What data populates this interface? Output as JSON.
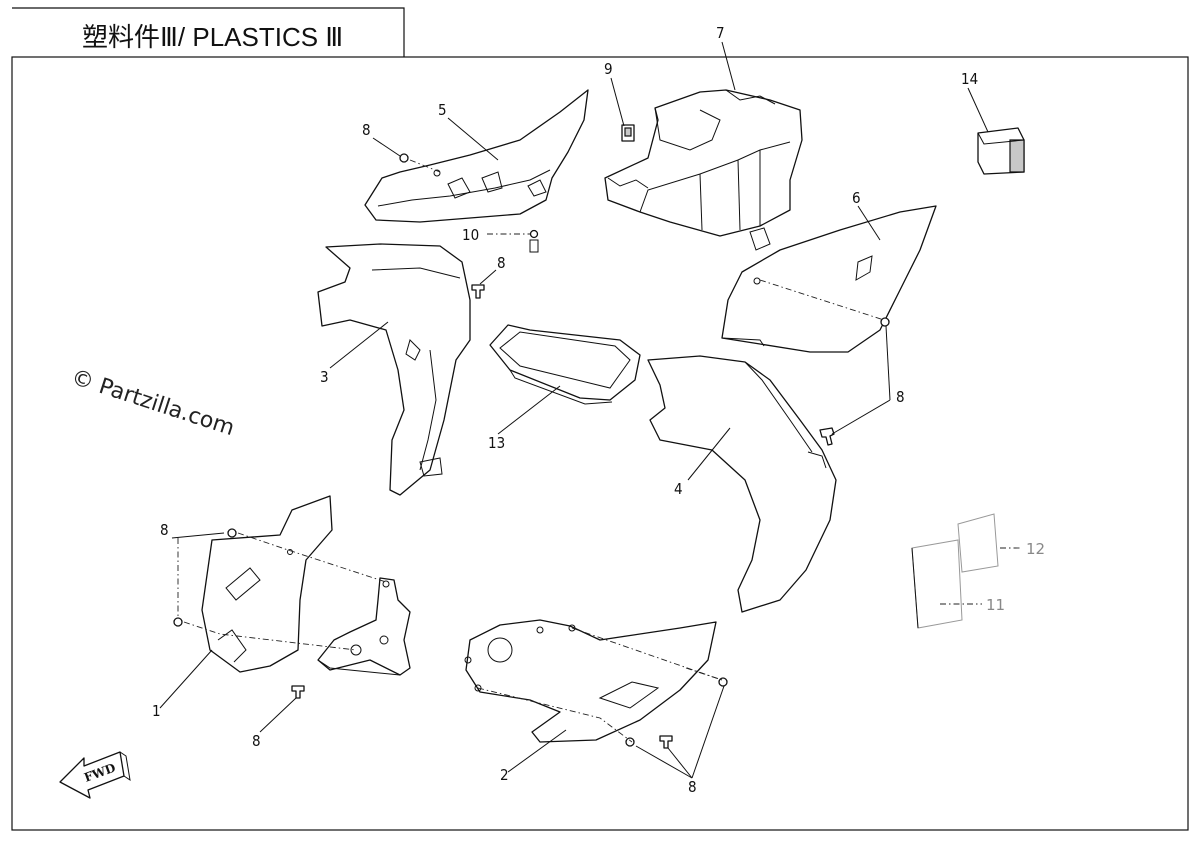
{
  "title": "塑料件Ⅲ/ PLASTICS Ⅲ",
  "watermark": "© Partzilla.com",
  "fwd_label": "FWD",
  "callouts": [
    "1",
    "2",
    "3",
    "4",
    "5",
    "6",
    "7",
    "8",
    "9",
    "10",
    "11",
    "12",
    "13",
    "14"
  ],
  "callout_8": "8"
}
